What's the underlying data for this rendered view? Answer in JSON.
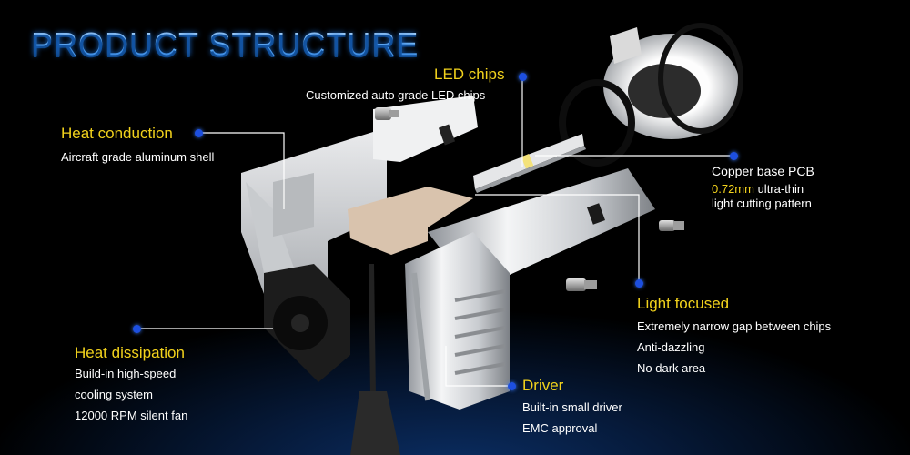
{
  "title": "PRODUCT STRUCTURE",
  "features": {
    "led_chips": {
      "heading": "LED chips",
      "lines": [
        "Customized auto grade LED chips"
      ]
    },
    "heat_conduction": {
      "heading": "Heat conduction",
      "lines": [
        "Aircraft grade aluminum shell"
      ]
    },
    "copper_pcb": {
      "heading": "Copper base PCB",
      "highlight": "0.72mm",
      "line1_rest": " ultra-thin",
      "line2": "light cutting pattern"
    },
    "light_focused": {
      "heading": "Light focused",
      "lines": [
        "Extremely narrow gap between chips",
        "Anti-dazzling",
        "No dark area"
      ]
    },
    "heat_dissipation": {
      "heading": "Heat dissipation",
      "lines": [
        "Build-in high-speed",
        "cooling system",
        "12000 RPM silent fan"
      ]
    },
    "driver": {
      "heading": "Driver",
      "lines": [
        "Built-in small driver",
        "EMC approval"
      ]
    }
  },
  "colors": {
    "heading": "#f2d21c",
    "dot": "#1d4fe0",
    "title": "#7cc3ff"
  }
}
